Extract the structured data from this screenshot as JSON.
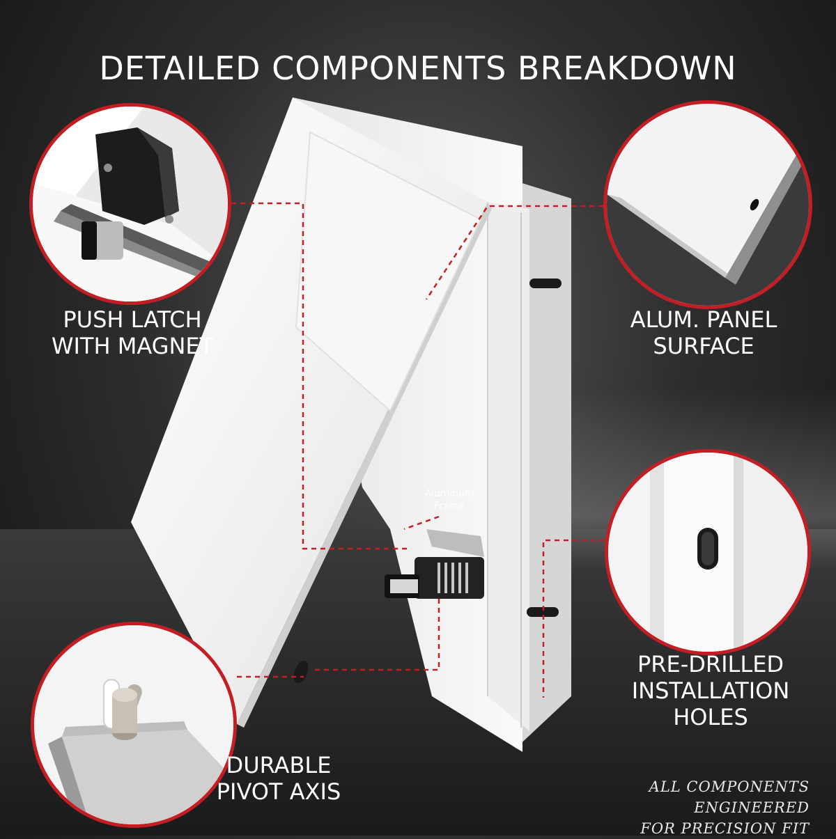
{
  "title": "DETAILED COMPONENTS BREAKDOWN",
  "callouts": {
    "latch": [
      "PUSH LATCH",
      "WITH MAGNET"
    ],
    "panel": [
      "ALUM. PANEL",
      "SURFACE"
    ],
    "holes": [
      "PRE-DRILLED",
      "INSTALLATION",
      "HOLES"
    ],
    "pivot": [
      "DURABLE",
      "PIVOT AXIS"
    ],
    "frame": [
      "Aluminum",
      "Frame"
    ]
  },
  "footer": [
    "ALL COMPONENTS ENGINEERED",
    "FOR PRECISION FIT"
  ],
  "colors": {
    "accent": "#c31e24",
    "text": "#ffffff",
    "panel": "#f4f4f4"
  },
  "icons": {
    "latch": "push-latch-magnet-icon",
    "panel": "aluminum-panel-edge-icon",
    "holes": "mounting-slot-icon",
    "pivot": "pivot-pin-icon"
  }
}
